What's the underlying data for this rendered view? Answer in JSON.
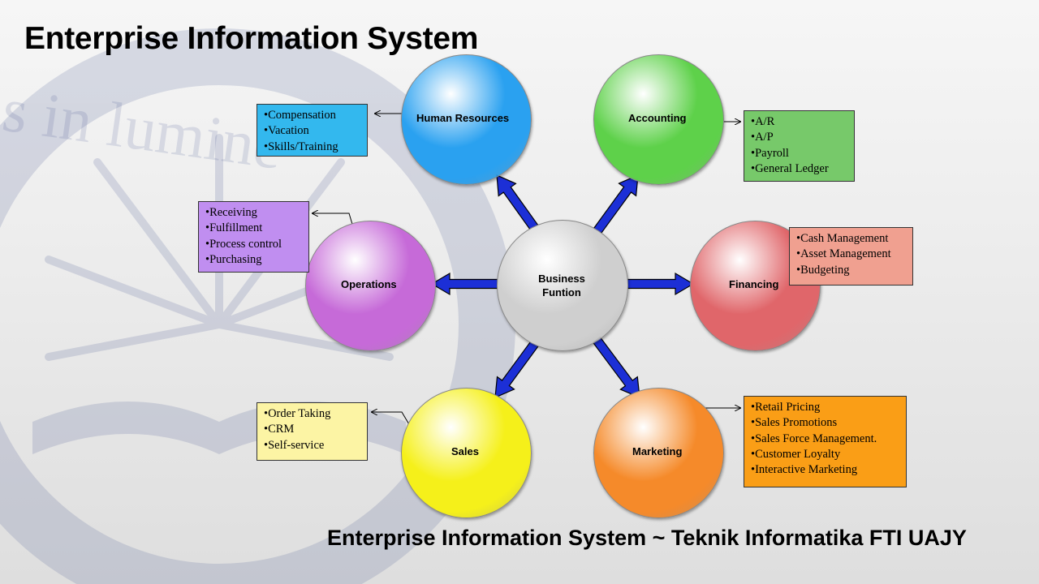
{
  "title": "Enterprise Information System",
  "footer": "Enterprise Information System ~ Teknik Informatika FTI UAJY",
  "watermark": {
    "text": "s in lumine"
  },
  "center": {
    "line1": "Business",
    "line2": "Funtion",
    "color": "#cfcfcf"
  },
  "nodes": {
    "hr": {
      "label": "Human Resources",
      "color": "#2aa1f0",
      "items": [
        "Compensation",
        "Vacation",
        "Skills/Training"
      ],
      "box_color": "#33b8ee"
    },
    "accounting": {
      "label": "Accounting",
      "color": "#5ed14a",
      "items": [
        "A/R",
        "A/P",
        "Payroll",
        "General Ledger"
      ],
      "box_color": "#77c96a"
    },
    "operations": {
      "label": "Operations",
      "color": "#c66ad8",
      "items": [
        "Receiving",
        "Fulfillment",
        "Process control",
        "Purchasing"
      ],
      "box_color": "#c08ef0"
    },
    "financing": {
      "label": "Financing",
      "color": "#e0666a",
      "items": [
        "Cash Management",
        "Asset Management",
        "Budgeting"
      ],
      "box_color": "#f0a090"
    },
    "sales": {
      "label": "Sales",
      "color": "#f5f01a",
      "items": [
        "Order Taking",
        "CRM",
        "Self-service"
      ],
      "box_color": "#fcf4a4"
    },
    "marketing": {
      "label": "Marketing",
      "color": "#f58a2a",
      "items": [
        "Retail Pricing",
        "Sales Promotions",
        "Sales Force Management.",
        "Customer Loyalty",
        "Interactive Marketing"
      ],
      "box_color": "#fa9e16"
    }
  },
  "colors": {
    "arrow_fill": "#1c2fd6",
    "arrow_stroke": "#000000"
  }
}
